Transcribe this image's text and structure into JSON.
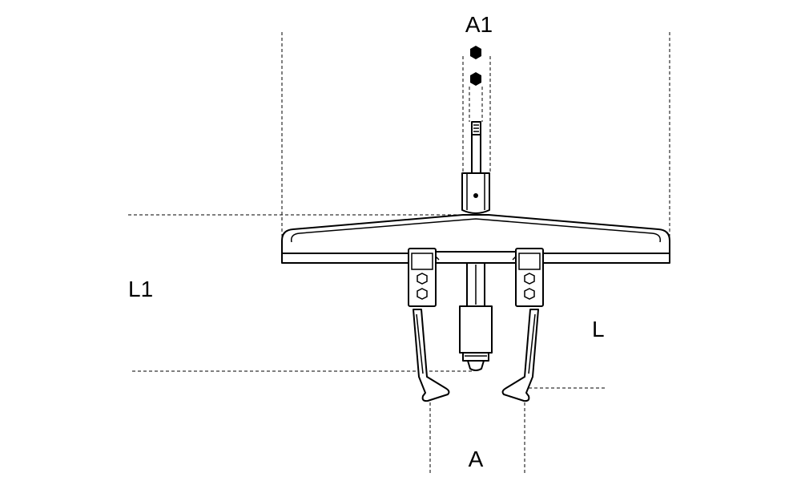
{
  "labels": {
    "a1": "A1",
    "l1": "L1",
    "l": "L",
    "a": "A"
  },
  "colors": {
    "line": "#000000",
    "background": "#ffffff"
  },
  "icons": {
    "hex_key_top": "hexagon-icon",
    "hex_key_bottom": "hexagon-icon"
  }
}
